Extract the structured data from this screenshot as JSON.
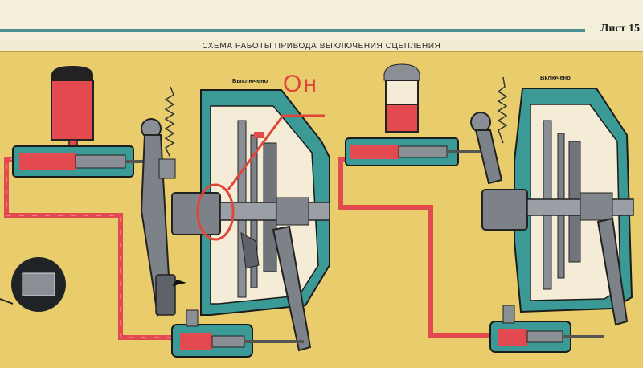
{
  "sheet_label": "Лист 15",
  "title": "СХЕМА РАБОТЫ ПРИВОДА ВЫКЛЮЧЕНИЯ СЦЕПЛЕНИЯ",
  "states": {
    "off": "Выключено",
    "on": "Включено"
  },
  "annotation": "Он",
  "colors": {
    "fluid": "#e24a4f",
    "housing": "#3c9a96",
    "steel": "#8a8f95",
    "panel": "#e9cd6d",
    "annotation": "#e0453a"
  }
}
